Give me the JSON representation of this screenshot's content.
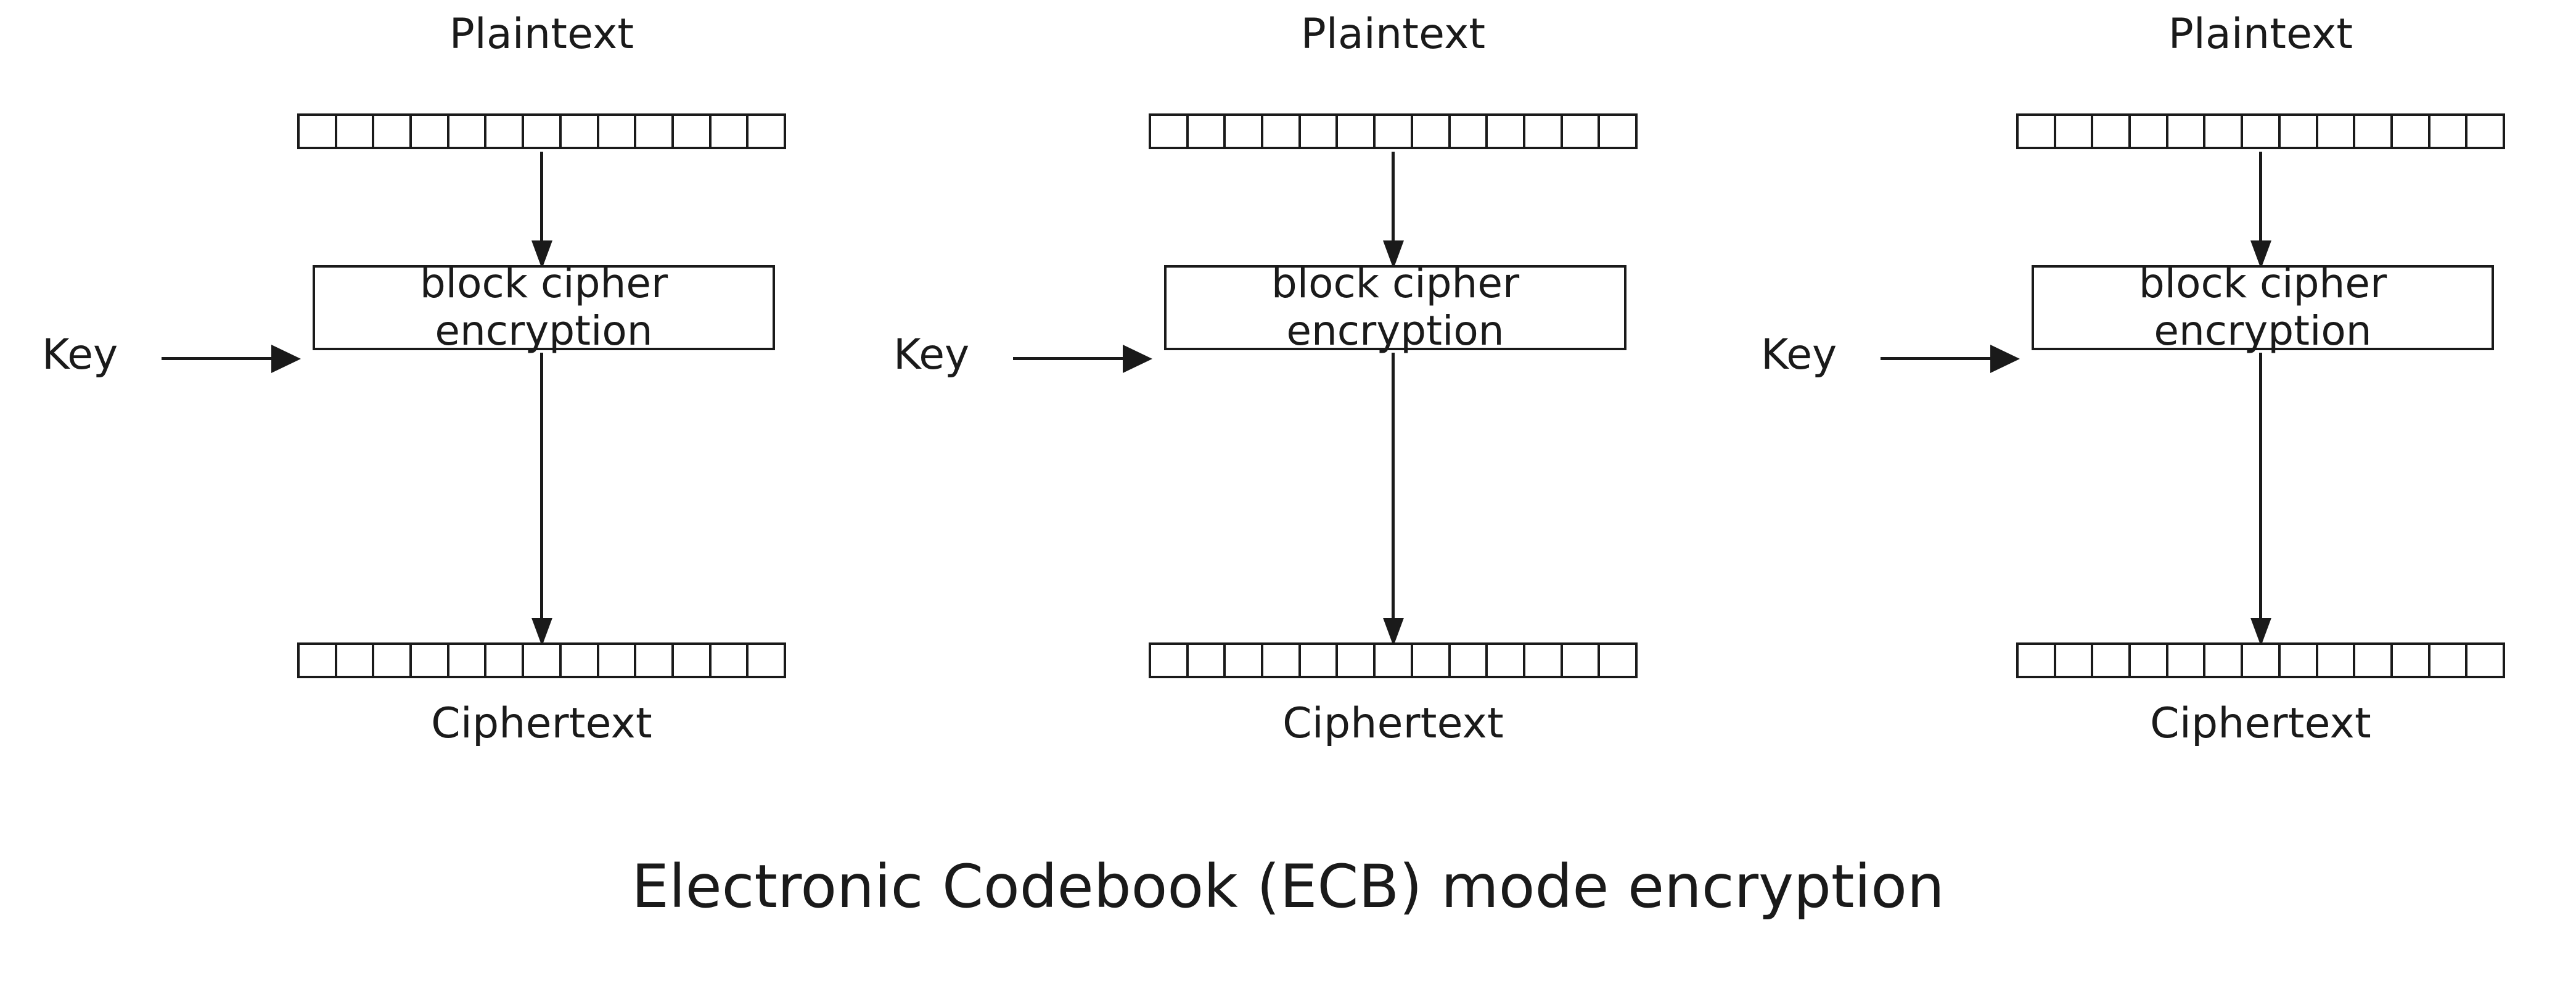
{
  "diagram": {
    "title": "Electronic Codebook (ECB) mode encryption",
    "background_color": "#ffffff",
    "stroke_color": "#1a1a1a",
    "blocks_per_bar": 13,
    "panel_count": 3,
    "panels": [
      {
        "plaintext_label": "Plaintext",
        "key_label": "Key",
        "cipher_line1": "block cipher",
        "cipher_line2": "encryption",
        "ciphertext_label": "Ciphertext"
      },
      {
        "plaintext_label": "Plaintext",
        "key_label": "Key",
        "cipher_line1": "block cipher",
        "cipher_line2": "encryption",
        "ciphertext_label": "Ciphertext"
      },
      {
        "plaintext_label": "Plaintext",
        "key_label": "Key",
        "cipher_line1": "block cipher",
        "cipher_line2": "encryption",
        "ciphertext_label": "Ciphertext"
      }
    ]
  }
}
